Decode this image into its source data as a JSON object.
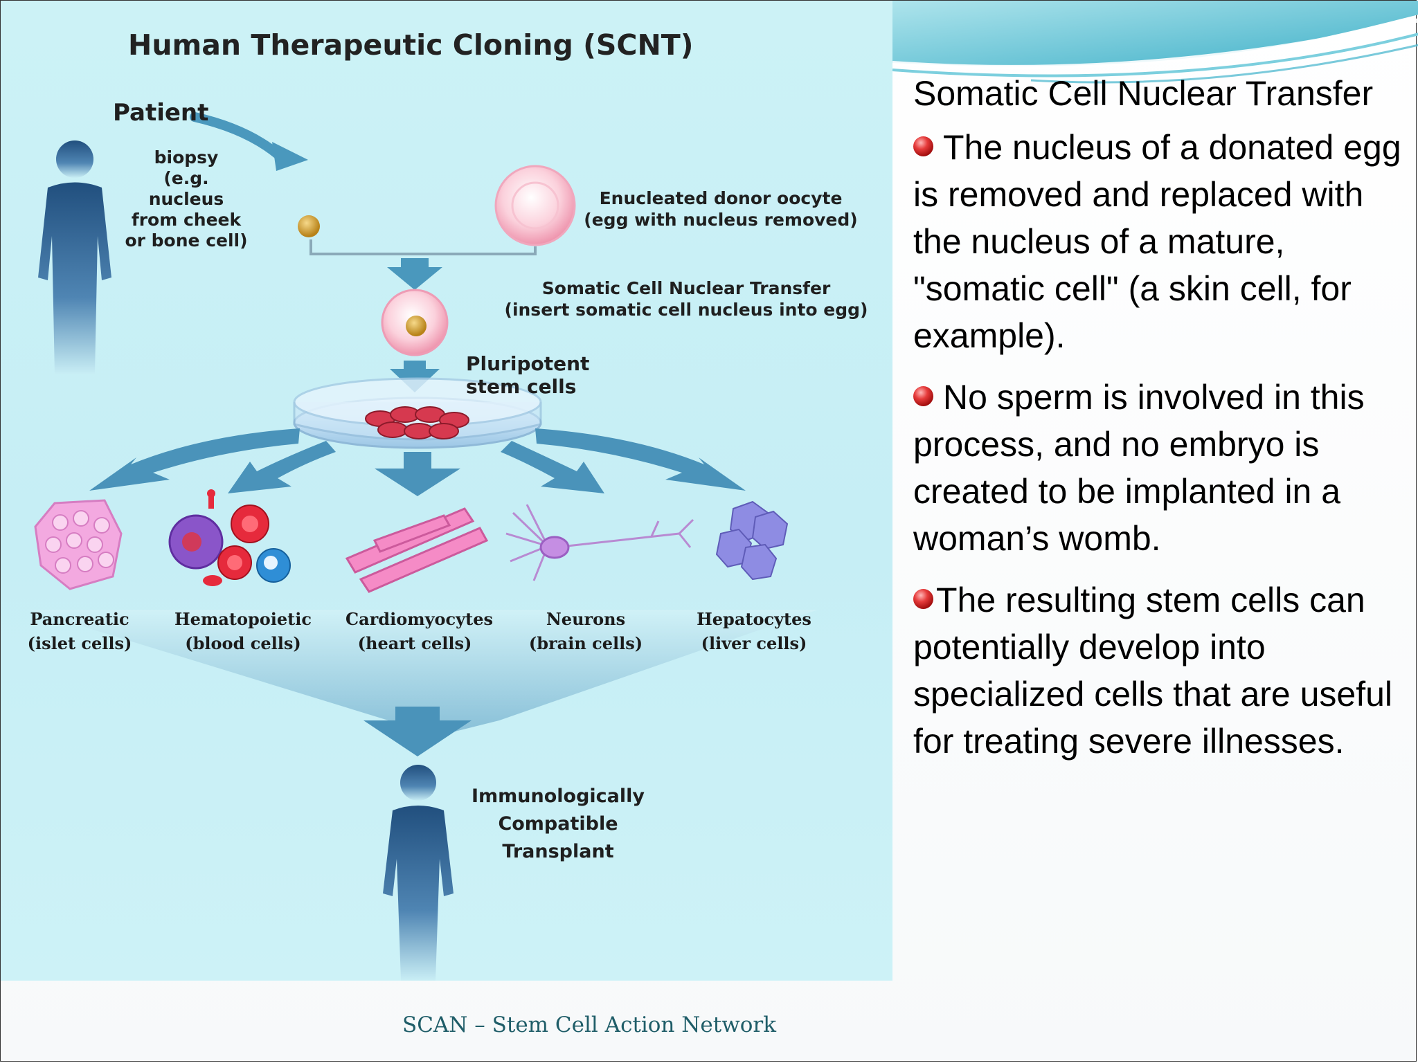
{
  "diagram": {
    "title": "Human Therapeutic Cloning (SCNT)",
    "patient_label": "Patient",
    "biopsy_lines": [
      "biopsy",
      "(e.g. nucleus",
      "from cheek",
      "or bone cell)"
    ],
    "oocyte_lines": [
      "Enucleated donor oocyte",
      "(egg with nucleus removed)"
    ],
    "scnt_lines": [
      "Somatic Cell Nuclear Transfer",
      "(insert somatic cell nucleus into egg)"
    ],
    "pluripotent_lines": [
      "Pluripotent",
      "stem cells"
    ],
    "cell_types": [
      {
        "name": "Pancreatic",
        "detail": "(islet cells)"
      },
      {
        "name": "Hematopoietic",
        "detail": "(blood cells)"
      },
      {
        "name": "Cardiomyocytes",
        "detail": "(heart cells)"
      },
      {
        "name": "Neurons",
        "detail": "(brain cells)"
      },
      {
        "name": "Hepatocytes",
        "detail": "(liver cells)"
      }
    ],
    "transplant_lines": [
      "Immunologically",
      "Compatible",
      "Transplant"
    ]
  },
  "text": {
    "heading": "Somatic Cell Nuclear Transfer",
    "bullets": [
      "The nucleus of a donated egg is removed and replaced  with the nucleus of a mature, \"somatic cell\" (a skin cell, for example).",
      "No sperm is involved in this process, and no embryo is created to be implanted in a woman’s womb.",
      "The resulting stem cells can potentially develop into specialized cells that are useful for treating severe illnesses."
    ]
  },
  "footer": "SCAN – Stem Cell Action Network",
  "colors": {
    "diagram_bg": "#c9f0f5",
    "arrow": "#3f8fb6",
    "bullet": "#c41e1e",
    "footer_text": "#1f5d68"
  }
}
